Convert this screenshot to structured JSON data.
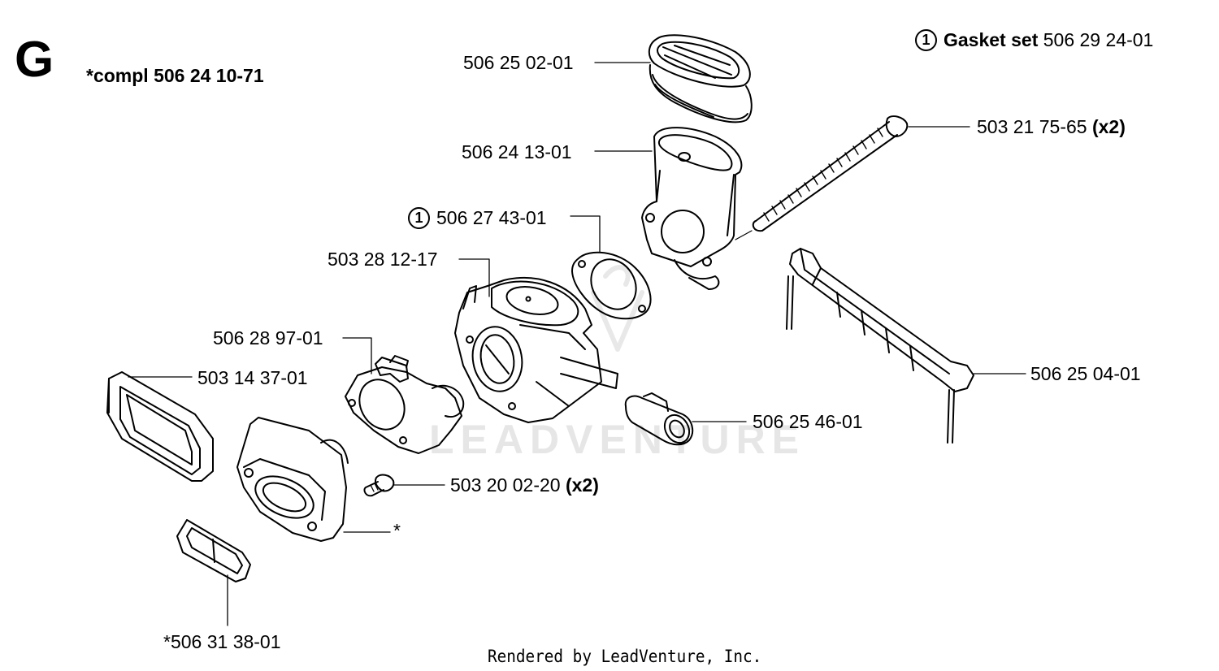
{
  "section_letter": "G",
  "compl_label": "*compl 506 24 10-71",
  "gasket_set": {
    "marker": "1",
    "label": "Gasket set",
    "number": "506 29 24-01"
  },
  "parts": [
    {
      "number": "506 25 02-01"
    },
    {
      "number": "506 24 13-01"
    },
    {
      "marker": "1",
      "number": "506 27 43-01"
    },
    {
      "number": "503 28 12-17"
    },
    {
      "number": "506 28 97-01"
    },
    {
      "number": "503 14 37-01"
    },
    {
      "number": "503 21 75-65",
      "qty": "(x2)"
    },
    {
      "number": "506 25 04-01"
    },
    {
      "number": "506 25 46-01"
    },
    {
      "number": "503 20 02-20",
      "qty": "(x2)"
    },
    {
      "number": "*"
    },
    {
      "number": "*506 31 38-01"
    }
  ],
  "watermark": "LEADVENTURE",
  "footer": "Rendered by LeadVenture, Inc."
}
